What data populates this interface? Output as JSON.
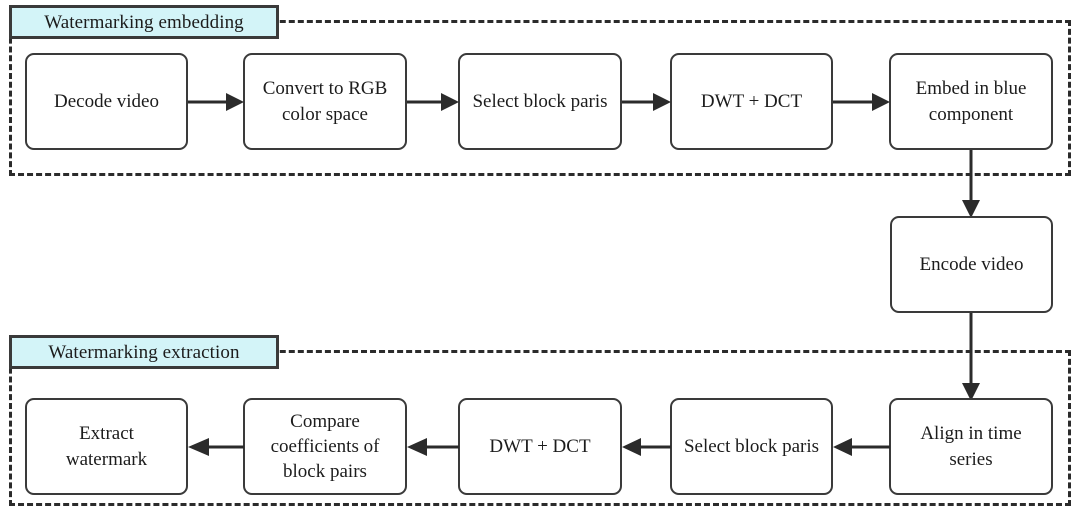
{
  "diagram": {
    "title_embedding": "Watermarking embedding",
    "title_extraction": "Watermarking extraction",
    "accent_label_fill": "#d3f4f8",
    "stroke_color": "#2b2b2b",
    "background": "#ffffff",
    "groups": [
      {
        "id": "embedding",
        "label": "Watermarking embedding"
      },
      {
        "id": "extraction",
        "label": "Watermarking extraction"
      }
    ],
    "nodes": {
      "decode_video": "Decode video",
      "convert_rgb": "Convert to RGB\ncolor space",
      "select_block_pairs_top": "Select block paris",
      "dwt_dct_top": "DWT + DCT",
      "embed_blue": "Embed in blue\ncomponent",
      "encode_video": "Encode video",
      "align_time_series": "Align in time\nseries",
      "select_block_pairs_bottom": "Select block paris",
      "dwt_dct_bottom": "DWT + DCT",
      "compare_coefficients": "Compare\ncoefficients of\nblock pairs",
      "extract_watermark": "Extract\nwatermark"
    },
    "flow_order_embedding": [
      "Decode video",
      "Convert to RGB color space",
      "Select block paris",
      "DWT + DCT",
      "Embed in blue component"
    ],
    "flow_order_extraction": [
      "Align in time series",
      "Select block paris",
      "DWT + DCT",
      "Compare coefficients of block pairs",
      "Extract watermark"
    ],
    "bridge_node": "Encode video"
  }
}
